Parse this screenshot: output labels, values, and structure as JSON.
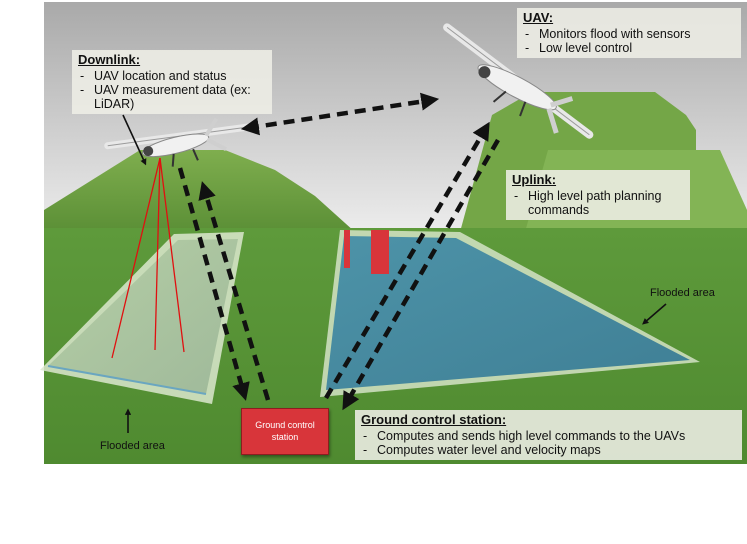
{
  "downlink": {
    "title": "Downlink:",
    "items": [
      "UAV location and status",
      "UAV measurement data (ex: LiDAR)"
    ]
  },
  "uav": {
    "title": "UAV:",
    "items": [
      "Monitors flood with sensors",
      "Low level control"
    ]
  },
  "uplink": {
    "title": "Uplink:",
    "items": [
      "High level path planning commands"
    ]
  },
  "ground_station": {
    "title": "Ground control station:",
    "items": [
      "Computes and sends high level commands to the UAVs",
      "Computes water level and velocity maps"
    ],
    "box_label": "Ground control station"
  },
  "flooded_area_right": "Flooded area",
  "flooded_area_left": "Flooded area",
  "colors": {
    "sky": "#cfcfcf",
    "terrain": "#5f9a3c",
    "water": "#4a8aa0",
    "station": "#d8353a",
    "arrow": "#111111",
    "laser": "#e01010"
  },
  "icons": [
    "uav-drone-icon",
    "uav-drone-icon",
    "water-level-marker-icon"
  ]
}
